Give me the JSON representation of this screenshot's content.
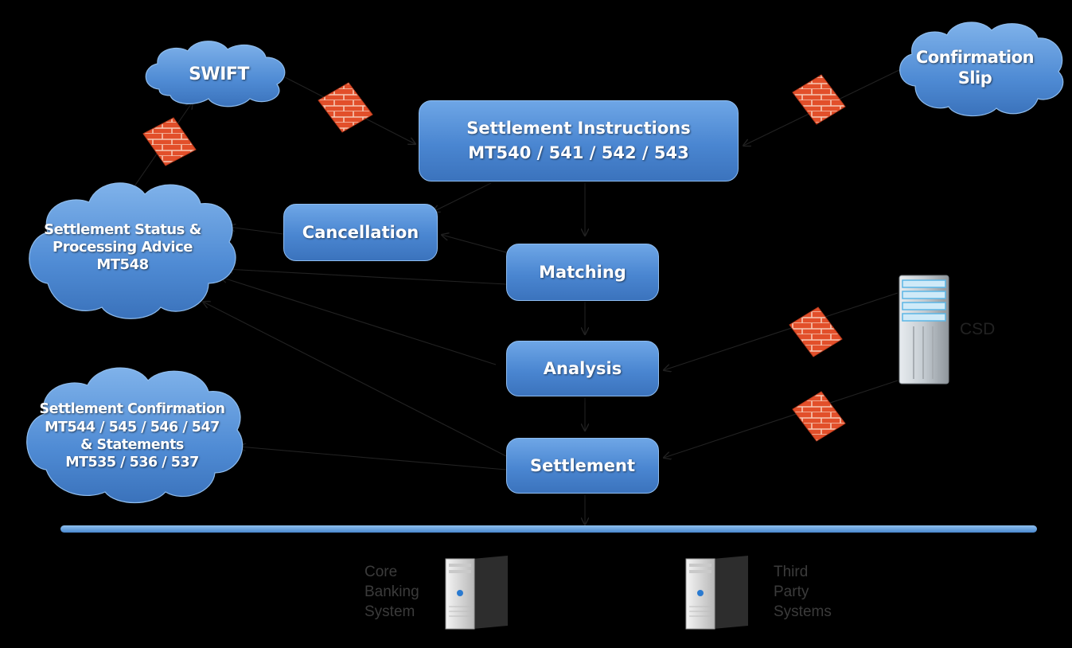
{
  "clouds": {
    "swift": "SWIFT",
    "confirmation_slip": [
      "Confirmation",
      "Slip"
    ],
    "status_advice": [
      "Settlement Status &",
      "Processing Advice",
      "MT548"
    ],
    "settlement_confirmation": [
      "Settlement Confirmation",
      "MT544 / 545 / 546 / 547",
      "& Statements",
      "MT535 / 536 / 537"
    ]
  },
  "boxes": {
    "instructions": [
      "Settlement Instructions",
      "MT540 / 541 / 542 / 543"
    ],
    "cancellation": "Cancellation",
    "matching": "Matching",
    "analysis": "Analysis",
    "settlement": "Settlement"
  },
  "servers": {
    "csd": "CSD",
    "core_banking": [
      "Core",
      "Banking",
      "System"
    ],
    "third_party": [
      "Third",
      "Party",
      "Systems"
    ]
  },
  "icons": [
    "cloud-icon",
    "firewall-icon",
    "server-icon"
  ],
  "colors": {
    "box_fill": "#4a86d1",
    "cloud_fill": "#5a96dc",
    "firewall_brick": "#e0502c",
    "frame": "#000000"
  }
}
